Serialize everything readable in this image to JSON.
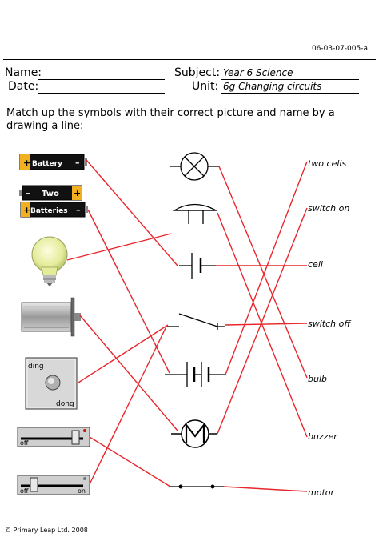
{
  "header": {
    "code": "06-03-07-005-a",
    "name_label": "Name:",
    "date_label": "Date:",
    "subject_label": "Subject:",
    "subject_value": "Year 6 Science",
    "unit_label": "Unit:",
    "unit_value": "6g Changing circuits"
  },
  "instructions": "Match up the symbols with their correct picture and name by a drawing a line:",
  "pictures": {
    "battery_label": "Battery",
    "two_label": "Two",
    "batteries_label": "Batteries",
    "ding_label": "ding",
    "dong_label": "dong",
    "off_label_1": "off",
    "off_label_2": "off",
    "on_label": "on"
  },
  "names": [
    "two cells",
    "switch on",
    "cell",
    "switch off",
    "bulb",
    "buzzer",
    "motor"
  ],
  "footer": "© Primary Leap Ltd. 2008",
  "colors": {
    "line": "#e8262b",
    "battery_gold": "#f0b020",
    "battery_black": "#111111"
  }
}
